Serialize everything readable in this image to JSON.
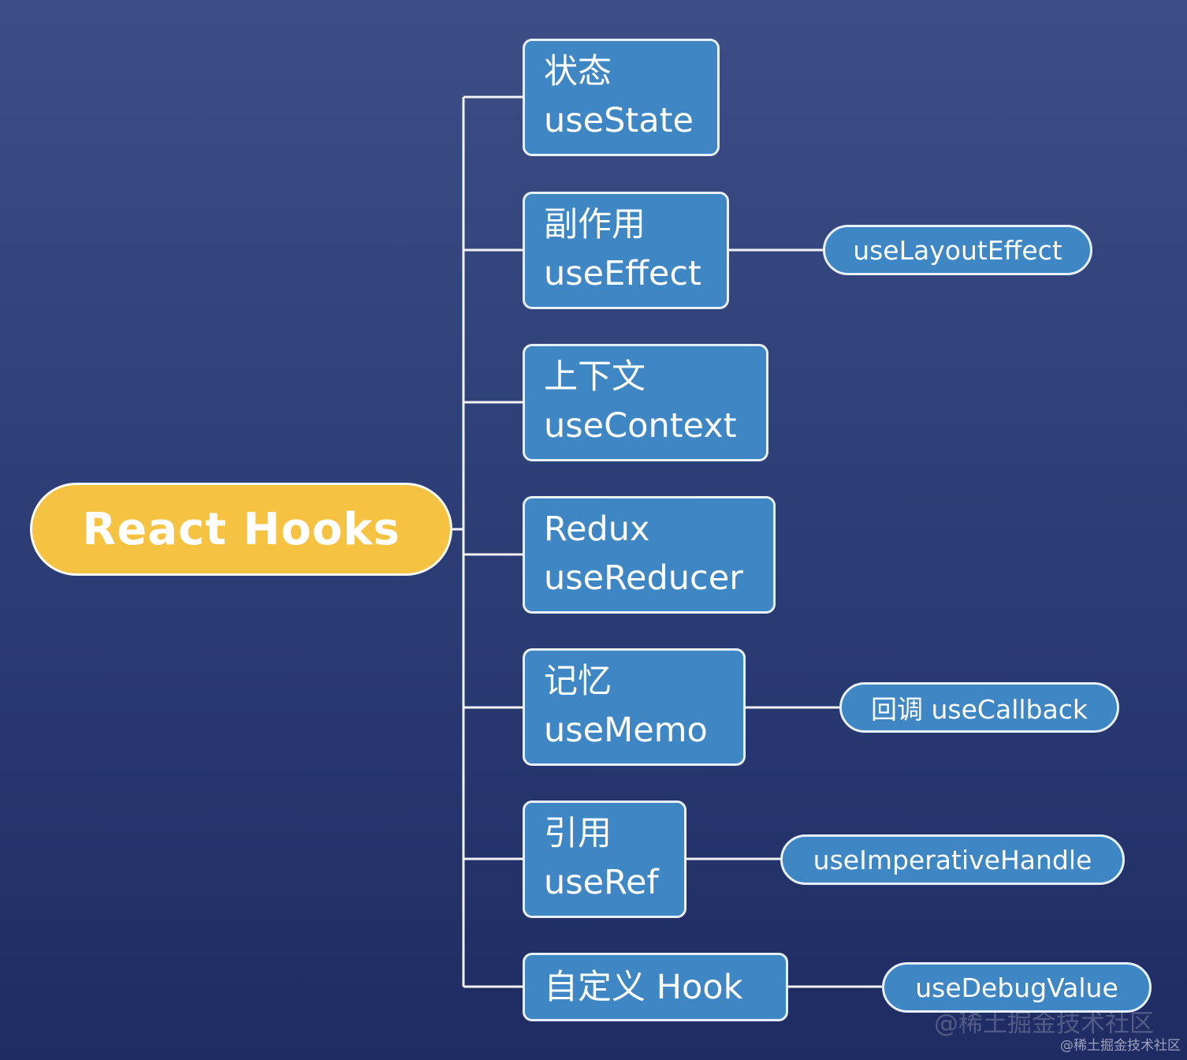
{
  "root": {
    "label": "React Hooks"
  },
  "nodes": [
    {
      "lines": [
        "状态",
        "useState"
      ]
    },
    {
      "lines": [
        "副作用",
        "useEffect"
      ]
    },
    {
      "lines": [
        "上下文",
        "useContext"
      ]
    },
    {
      "lines": [
        "Redux",
        "useReducer"
      ]
    },
    {
      "lines": [
        "记忆",
        "useMemo"
      ]
    },
    {
      "lines": [
        "引用",
        "useRef"
      ]
    },
    {
      "lines": [
        "自定义 Hook"
      ]
    }
  ],
  "leaves": [
    {
      "label": "useLayoutEffect"
    },
    {
      "label": "回调 useCallback"
    },
    {
      "label": "useImperativeHandle"
    },
    {
      "label": "useDebugValue"
    }
  ],
  "watermark": "@稀土掘金技术社区",
  "credit": "@稀土掘金技术社区",
  "colors": {
    "root_fill": "#f5c242",
    "node_fill": "#3f86c4",
    "border": "#e8f0fa",
    "background_top": "#3d4e86",
    "background_bottom": "#1f2c63"
  }
}
